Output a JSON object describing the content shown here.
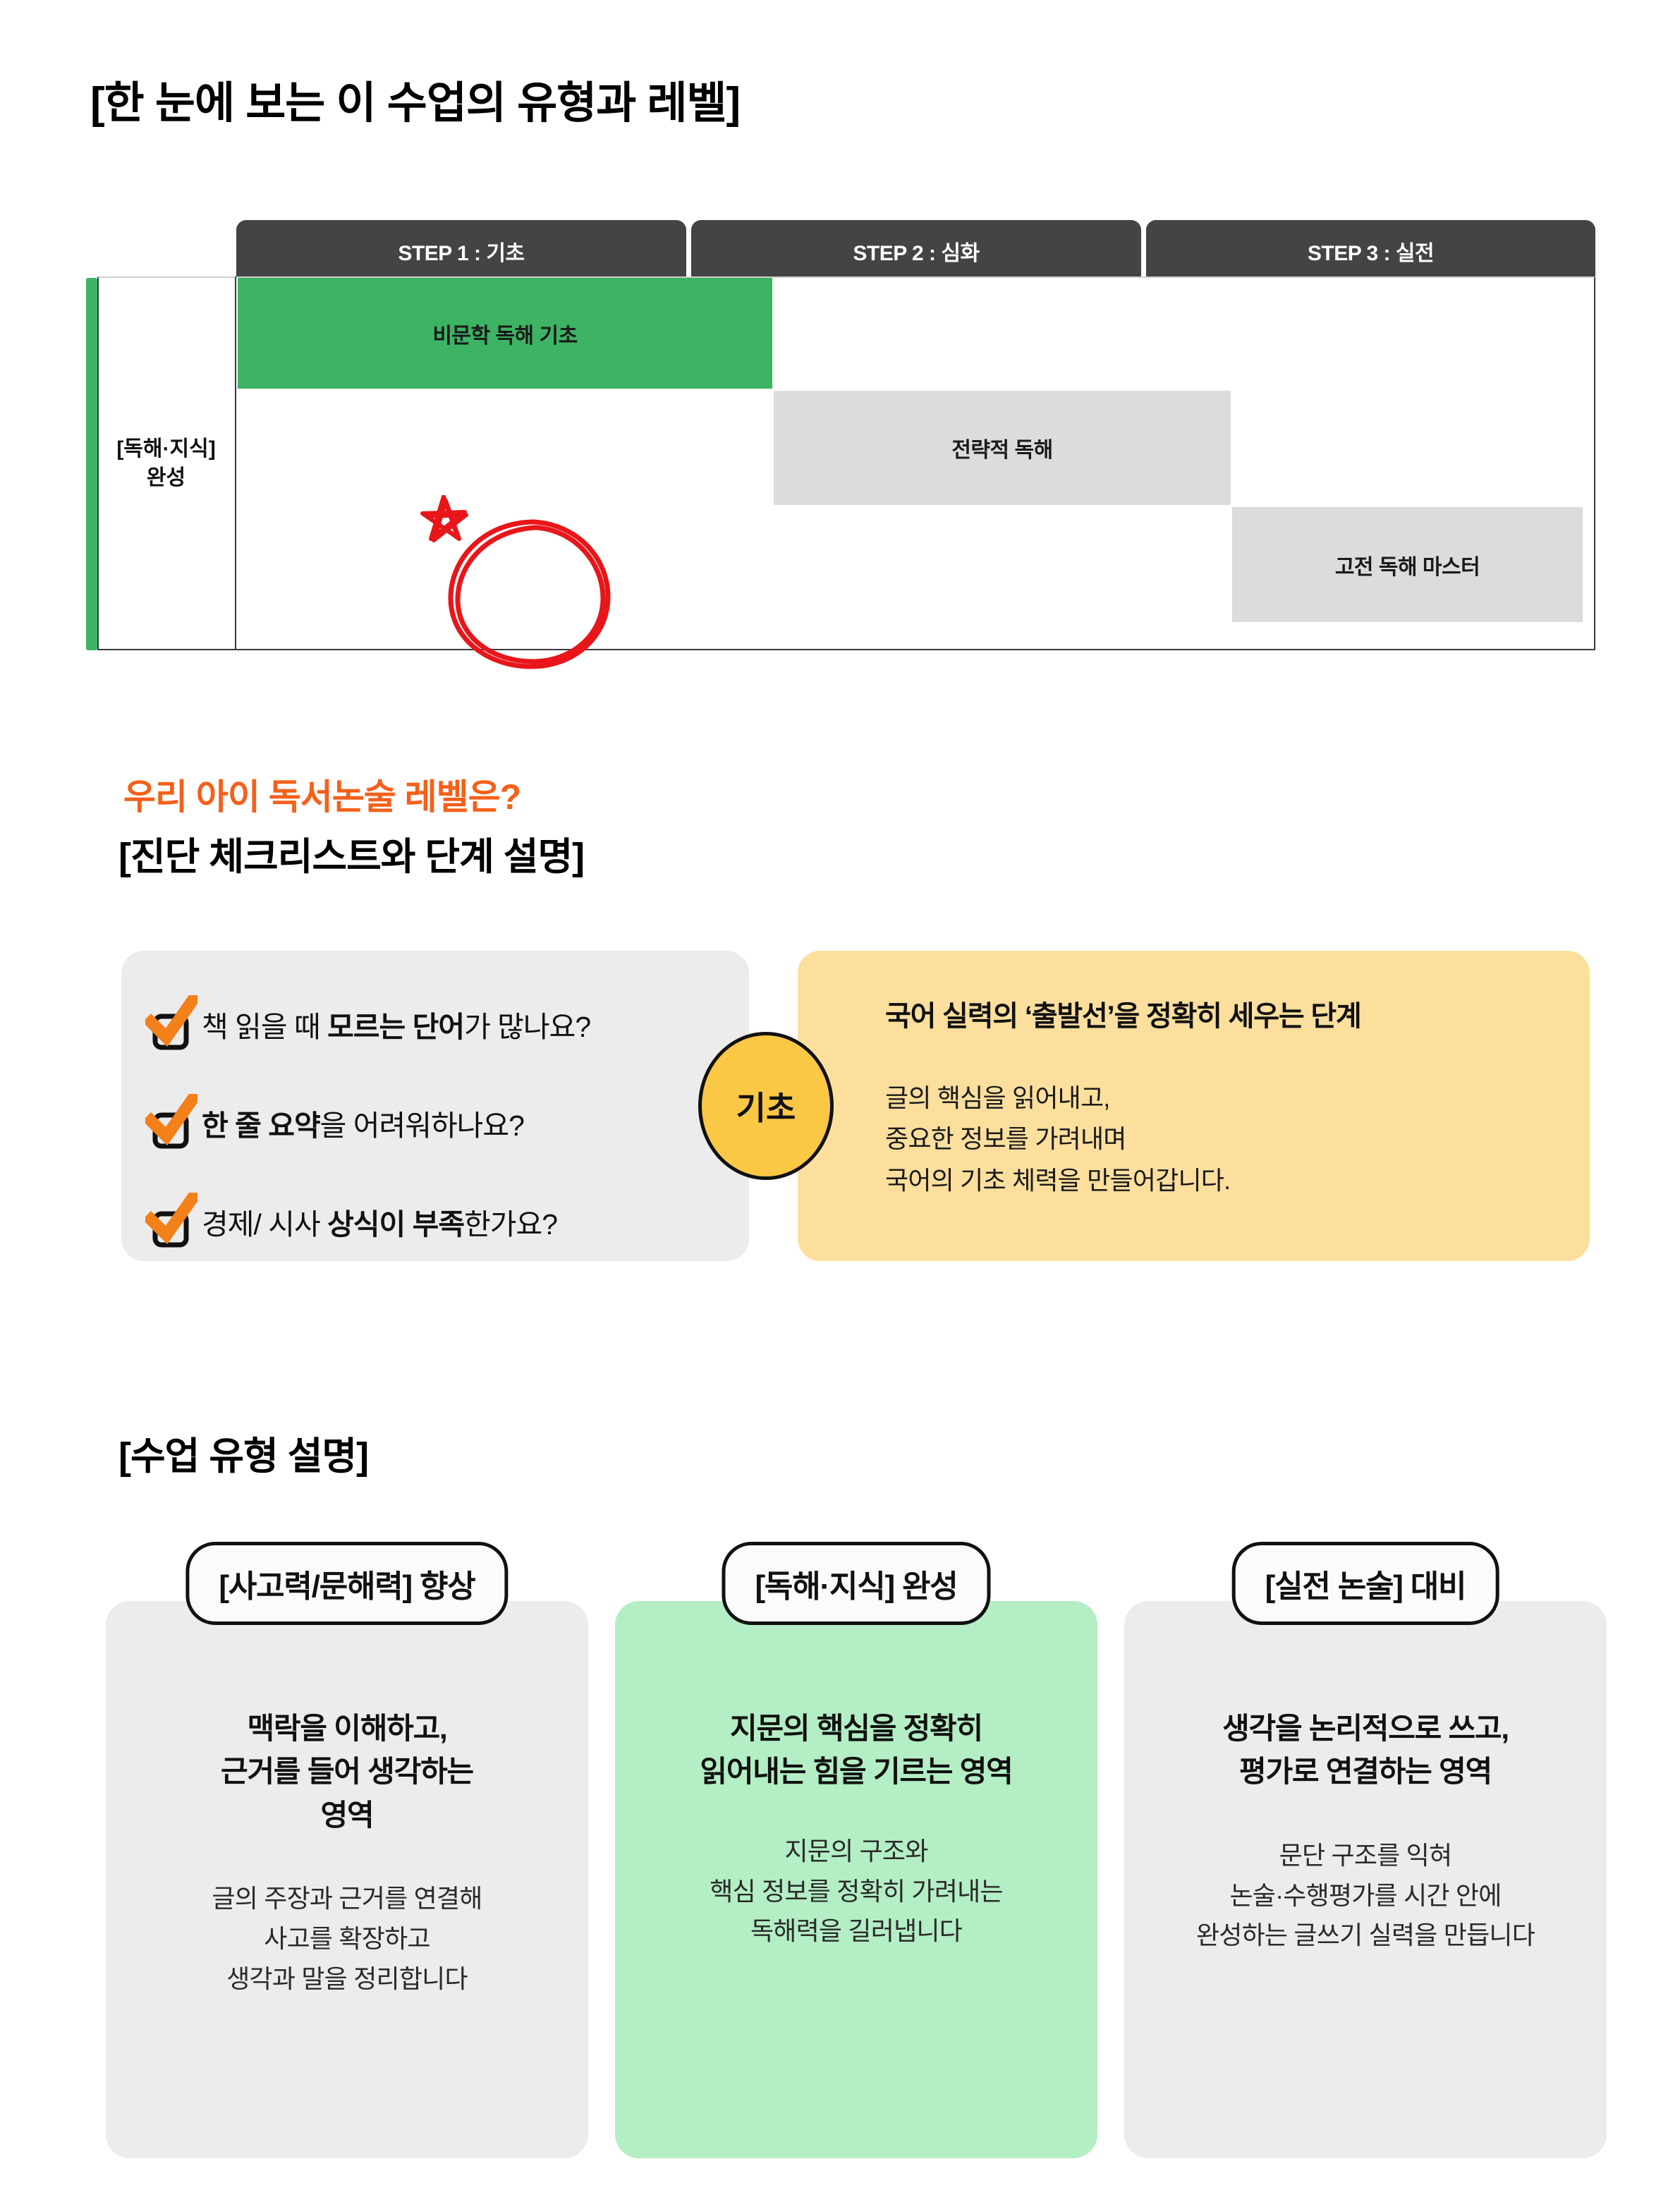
{
  "section1": {
    "title": "[한 눈에 보는 이 수업의 유형과 레벨]",
    "matrix": {
      "row_label_line1": "[독해·지식]",
      "row_label_line2": "완성",
      "columns": [
        "STEP 1 : 기초",
        "STEP 2 : 심화",
        "STEP 3 : 실전"
      ],
      "cells": [
        {
          "label": "비문학 독해 기초",
          "step": 1,
          "highlighted": true
        },
        {
          "label": "전략적 독해",
          "step": 2,
          "highlighted": false
        },
        {
          "label": "고전 독해 마스터",
          "step": 3,
          "highlighted": false
        }
      ],
      "accent_color": "#3cb464",
      "highlight_color": "#3cb464",
      "cell_color": "#dcdcdc",
      "header_color": "#444444",
      "annotation_color": "#e8161a"
    }
  },
  "section2": {
    "kicker": "우리 아이 독서논술 레벨은?",
    "title": "[진단 체크리스트와 단계 설명]",
    "checklist": [
      {
        "icon": "orange-check-icon",
        "prefix": "책 읽을 때 ",
        "bold": "모르는 단어",
        "suffix": "가 많나요?"
      },
      {
        "icon": "orange-check-icon",
        "prefix": "",
        "bold": "한 줄 요약",
        "suffix": "을 어려워하나요?"
      },
      {
        "icon": "orange-check-icon",
        "prefix": "경제/ 시사 ",
        "bold": "상식이 부족",
        "suffix": "한가요?"
      }
    ],
    "level": {
      "badge": "기초",
      "badge_color": "#fbc846",
      "panel_color": "#fcdf9d",
      "heading": "국어 실력의 ‘출발선’을 정확히 세우는 단계",
      "lines": [
        "글의 핵심을 읽어내고,",
        "중요한 정보를 가려내며",
        "국어의 기초 체력을 만들어갑니다."
      ]
    }
  },
  "section3": {
    "title": "[수업 유형 설명]",
    "cards": [
      {
        "badge": "[사고력/문해력] 향상",
        "title": "맥락을 이해하고,\n근거를 들어 생각하는\n영역",
        "title_lines": [
          "맥락을 이해하고,",
          "근거를 들어 생각하는",
          "영역"
        ],
        "body_lines": [
          "글의 주장과 근거를 연결해",
          "사고를 확장하고",
          "생각과 말을 정리합니다"
        ],
        "color": "#ececed",
        "highlighted": false
      },
      {
        "badge": "[독해·지식] 완성",
        "title": "지문의 핵심을 정확히\n읽어내는 힘을 기르는 영역",
        "title_lines": [
          "지문의 핵심을 정확히",
          "읽어내는 힘을 기르는 영역"
        ],
        "body_lines": [
          "지문의 구조와",
          "핵심 정보를 정확히 가려내는",
          "독해력을 길러냅니다"
        ],
        "color": "#b4eec4",
        "highlighted": true
      },
      {
        "badge": "[실전 논술] 대비",
        "title": "생각을 논리적으로 쓰고,\n평가로 연결하는 영역",
        "title_lines": [
          "생각을 논리적으로 쓰고,",
          "평가로 연결하는 영역"
        ],
        "body_lines": [
          "문단 구조를 익혀",
          "논술·수행평가를 시간 안에",
          "완성하는 글쓰기 실력을 만듭니다"
        ],
        "color": "#ececed",
        "highlighted": false
      }
    ]
  }
}
